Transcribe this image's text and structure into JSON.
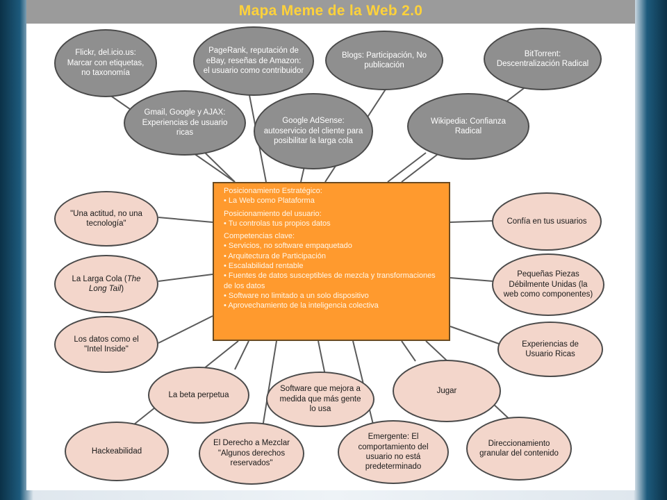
{
  "title": "Mapa Meme de la Web 2.0",
  "nodes": {
    "flickr": "Flickr, del.icio.us: Marcar con etiquetas, no taxonomía",
    "pagerank": "PageRank, reputación de eBay, reseñas de Amazon: el usuario como contribuidor",
    "blogs": "Blogs: Participación, No publicación",
    "bittorrent": "BitTorrent: Descentralización Radical",
    "gmail": "Gmail, Google y AJAX: Experiencias de usuario ricas",
    "adsense": "Google AdSense: autoservicio del cliente para posibilitar la larga cola",
    "wikipedia": "Wikipedia: Confianza Radical",
    "actitud": "\"Una actitud, no una tecnología\"",
    "larga_cola_pre": "La Larga Cola (",
    "larga_cola_em": "The Long Tail",
    "larga_cola_post": ")",
    "datos": "Los datos como el \"Intel Inside\"",
    "confia": "Confía en tus usuarios",
    "piezas": "Pequeñas Piezas Débilmente Unidas (la web como componentes)",
    "experiencias": "Experiencias de Usuario Ricas",
    "beta": "La beta perpetua",
    "software": "Software que mejora a medida que más gente lo usa",
    "jugar": "Jugar",
    "hackeabilidad": "Hackeabilidad",
    "derecho": "El Derecho a Mezclar \"Algunos derechos reservados\"",
    "emergente": "Emergente: El comportamiento del usuario no está predeterminado",
    "direccionamiento": "Direccionamiento granular del contenido"
  },
  "center": {
    "sections": [
      {
        "heading": "Posicionamiento Estratégico:",
        "items": [
          "La Web como Plataforma"
        ]
      },
      {
        "heading": "Posicionamiento del usuario:",
        "items": [
          "Tu controlas tus propios datos"
        ]
      },
      {
        "heading": "Competencias clave:",
        "items": [
          "Servicios, no software empaquetado",
          "Arquitectura de Participación",
          "Escalabilidad rentable",
          "Fuentes de datos susceptibles de mezcla y transformaciones de los datos",
          "Software no limitado a un solo dispositivo",
          "Aprovechamiento de la inteligencia colectiva"
        ]
      }
    ]
  },
  "colors": {
    "title": "#ffd23a",
    "gray_node": "#8f8f8f",
    "pink_node": "#f3d6cb",
    "center_box": "#ff9a2e",
    "link": "#5a5a5a"
  }
}
